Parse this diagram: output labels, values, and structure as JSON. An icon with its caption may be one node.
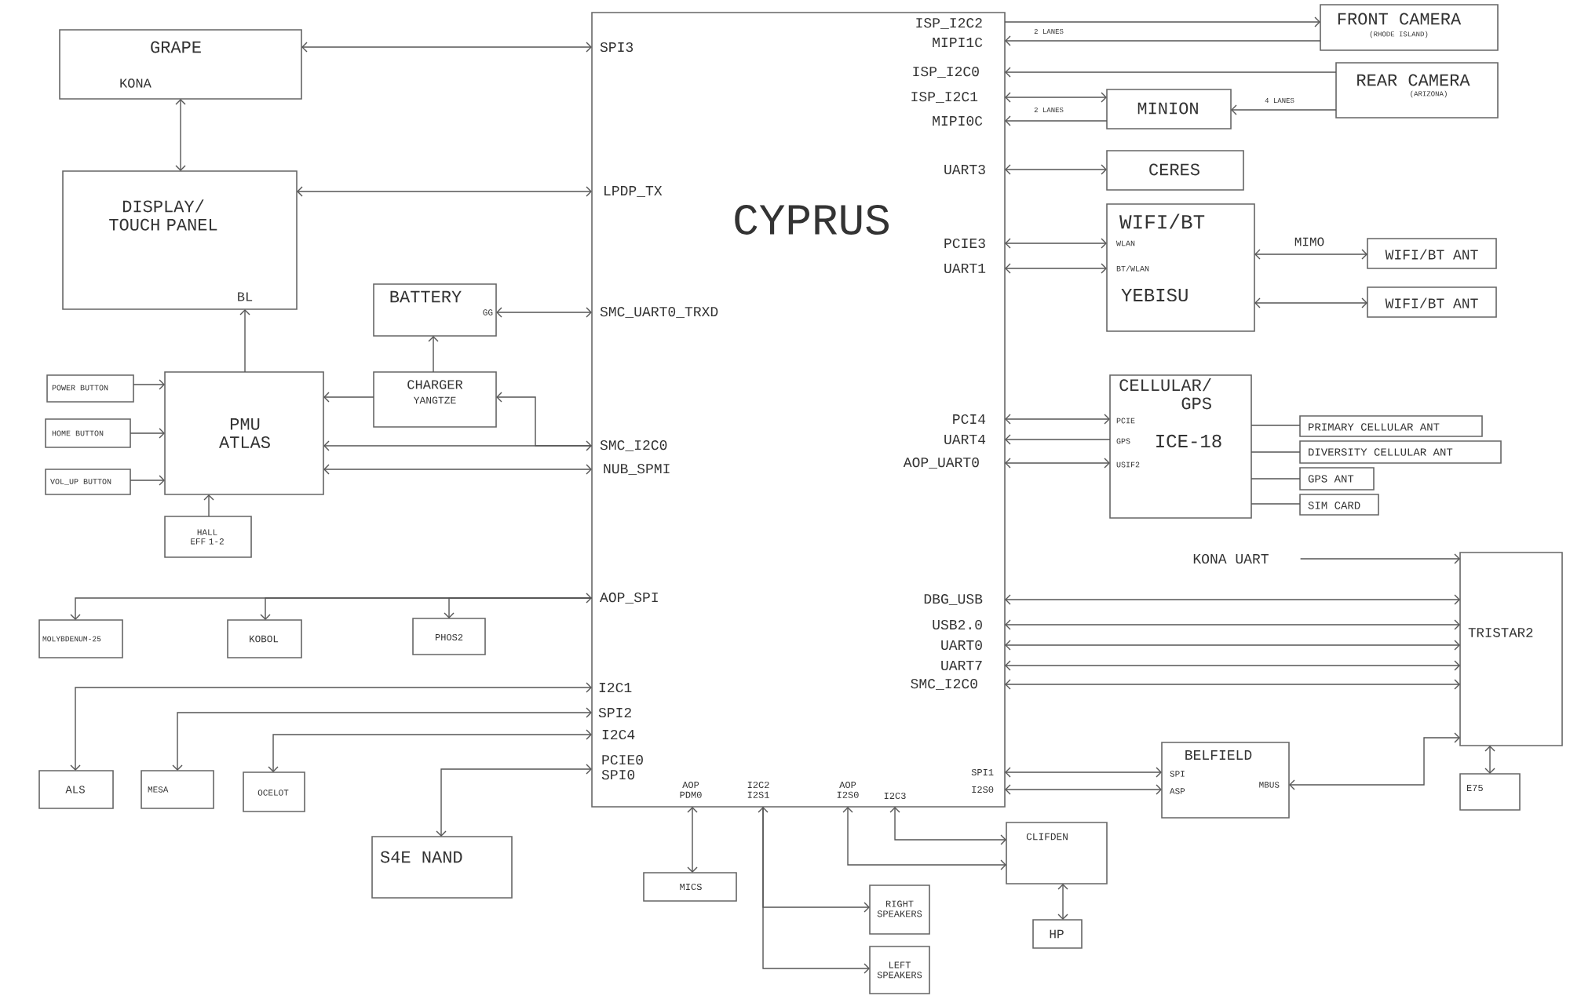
{
  "diagram": {
    "nodes": [
      {
        "text": [
          "CYPRUS",
          "SPI3",
          "LPDP_TX",
          "SMC_UART0_TRXD",
          "SMC_I2C0",
          "NUB_SPMI",
          "AOP_SPI",
          "I2C1",
          "SPI2",
          "I2C4",
          "PCIE0 SPI0",
          "AOP PDM0",
          "I2C2 I2S1",
          "AOP I2S0",
          "I2C3",
          "ISP_I2C2",
          "MIPI1C",
          "ISP_I2C0",
          "ISP_I2C1",
          "MIPI0C",
          "UART3",
          "PCIE3",
          "UART1",
          "PCI4",
          "UART4",
          "AOP_UART0",
          "DBG_USB",
          "USB2.0",
          "UART0",
          "UART7",
          "SMC_I2C0",
          "SPI1",
          "I2S0"
        ]
      },
      {
        "text": [
          "GRAPE",
          "KONA"
        ]
      },
      {
        "text": [
          "DISPLAY/ TOUCH PANEL",
          "BL"
        ]
      },
      {
        "text": [
          "BATTERY",
          "GG"
        ]
      },
      {
        "text": [
          "CHARGER",
          "YANGTZE"
        ]
      },
      {
        "text": [
          "POWER BUTTON"
        ]
      },
      {
        "text": [
          "HOME BUTTON"
        ]
      },
      {
        "text": [
          "VOL_UP BUTTON"
        ]
      },
      {
        "text": [
          "PMU ATLAS"
        ]
      },
      {
        "text": [
          "HALL EFF 1-2"
        ]
      },
      {
        "text": [
          "MOLYBDENUM-25"
        ]
      },
      {
        "text": [
          "KOBOL"
        ]
      },
      {
        "text": [
          "PHOS2"
        ]
      },
      {
        "text": [
          "ALS"
        ]
      },
      {
        "text": [
          "MESA"
        ]
      },
      {
        "text": [
          "OCELOT"
        ]
      },
      {
        "text": [
          "S4E NAND"
        ]
      },
      {
        "text": [
          "MICS"
        ]
      },
      {
        "text": [
          "RIGHT SPEAKERS"
        ]
      },
      {
        "text": [
          "LEFT SPEAKERS"
        ]
      },
      {
        "text": [
          "CLIFDEN"
        ]
      },
      {
        "text": [
          "HP"
        ]
      },
      {
        "text": [
          "FRONT CAMERA",
          "(RHODE ISLAND)"
        ]
      },
      {
        "text": [
          "REAR CAMERA",
          "(ARIZONA)"
        ]
      },
      {
        "text": [
          "MINION"
        ]
      },
      {
        "text": [
          "CERES"
        ]
      },
      {
        "text": [
          "WIFI/BT",
          "WLAN",
          "BT/WLAN",
          "YEBISU"
        ]
      },
      {
        "text": [
          "WIFI/BT ANT"
        ]
      },
      {
        "text": [
          "WIFI/BT ANT"
        ]
      },
      {
        "text": [
          "CELLULAR/ GPS",
          "PCIE",
          "GPS",
          "USIF2",
          "ICE-18"
        ]
      },
      {
        "text": [
          "PRIMARY CELLULAR ANT"
        ]
      },
      {
        "text": [
          "DIVERSITY CELLULAR ANT"
        ]
      },
      {
        "text": [
          "GPS ANT"
        ]
      },
      {
        "text": [
          "SIM CARD"
        ]
      },
      {
        "text": [
          "KONA UART"
        ]
      },
      {
        "text": [
          "TRISTAR2"
        ]
      },
      {
        "text": [
          "BELFIELD",
          "SPI",
          "ASP",
          "MBUS"
        ]
      },
      {
        "text": [
          "E75"
        ]
      }
    ],
    "edges": [
      {
        "from": 1,
        "to": 0,
        "arrow": "both"
      },
      {
        "from": 1,
        "to": 2,
        "arrow": "both"
      },
      {
        "from": 2,
        "to": 0,
        "arrow": "both"
      },
      {
        "from": 3,
        "to": 0,
        "arrow": "both"
      },
      {
        "from": 4,
        "to": 3,
        "arrow": "to"
      },
      {
        "from": 4,
        "to": 8,
        "arrow": "to"
      },
      {
        "from": 5,
        "to": 8,
        "arrow": "to"
      },
      {
        "from": 6,
        "to": 8,
        "arrow": "to"
      },
      {
        "from": 7,
        "to": 8,
        "arrow": "to"
      },
      {
        "from": 8,
        "to": 2,
        "arrow": "to"
      },
      {
        "from": 9,
        "to": 8,
        "arrow": "to"
      },
      {
        "from": 0,
        "to": 8,
        "arrow": "both"
      },
      {
        "from": 0,
        "to": 4,
        "arrow": "to"
      },
      {
        "from": 0,
        "to": 8,
        "arrow": "both"
      },
      {
        "from": 0,
        "to": 10,
        "arrow": "both"
      },
      {
        "from": 0,
        "to": 11,
        "arrow": "to"
      },
      {
        "from": 0,
        "to": 12,
        "arrow": "to"
      },
      {
        "from": 0,
        "to": 13,
        "arrow": "both"
      },
      {
        "from": 0,
        "to": 14,
        "arrow": "both"
      },
      {
        "from": 0,
        "to": 15,
        "arrow": "both"
      },
      {
        "from": 0,
        "to": 16,
        "arrow": "both"
      },
      {
        "from": 0,
        "to": 17,
        "arrow": "both"
      },
      {
        "from": 0,
        "to": 18,
        "arrow": "both"
      },
      {
        "from": 0,
        "to": 19,
        "arrow": "to"
      },
      {
        "from": 0,
        "to": 20,
        "arrow": "both"
      },
      {
        "from": 0,
        "to": 20,
        "arrow": "both"
      },
      {
        "from": 20,
        "to": 21,
        "arrow": "both"
      },
      {
        "from": 0,
        "to": 22,
        "arrow": "to"
      },
      {
        "from": 22,
        "to": 0,
        "arrow": "to",
        "label": "2 LANES"
      },
      {
        "from": 23,
        "to": 0,
        "arrow": "to"
      },
      {
        "from": 0,
        "to": 24,
        "arrow": "both"
      },
      {
        "from": 24,
        "to": 0,
        "arrow": "to",
        "label": "2 LANES"
      },
      {
        "from": 23,
        "to": 24,
        "arrow": "to",
        "label": "4 LANES"
      },
      {
        "from": 0,
        "to": 25,
        "arrow": "both"
      },
      {
        "from": 0,
        "to": 26,
        "arrow": "both"
      },
      {
        "from": 0,
        "to": 26,
        "arrow": "both"
      },
      {
        "from": 26,
        "to": 27,
        "arrow": "both",
        "label": "MIMO"
      },
      {
        "from": 26,
        "to": 28,
        "arrow": "both"
      },
      {
        "from": 0,
        "to": 29,
        "arrow": "both"
      },
      {
        "from": 29,
        "to": 0,
        "arrow": "to"
      },
      {
        "from": 0,
        "to": 29,
        "arrow": "both"
      },
      {
        "from": 29,
        "to": 30,
        "arrow": "none"
      },
      {
        "from": 29,
        "to": 31,
        "arrow": "none"
      },
      {
        "from": 29,
        "to": 32,
        "arrow": "none"
      },
      {
        "from": 29,
        "to": 33,
        "arrow": "none"
      },
      {
        "from": 34,
        "to": 35,
        "arrow": "to"
      },
      {
        "from": 0,
        "to": 35,
        "arrow": "both"
      },
      {
        "from": 0,
        "to": 35,
        "arrow": "both"
      },
      {
        "from": 0,
        "to": 35,
        "arrow": "both"
      },
      {
        "from": 0,
        "to": 35,
        "arrow": "both"
      },
      {
        "from": 0,
        "to": 35,
        "arrow": "both"
      },
      {
        "from": 0,
        "to": 36,
        "arrow": "both"
      },
      {
        "from": 0,
        "to": 36,
        "arrow": "both"
      },
      {
        "from": 36,
        "to": 35,
        "arrow": "both"
      },
      {
        "from": 35,
        "to": 37,
        "arrow": "both"
      }
    ]
  }
}
